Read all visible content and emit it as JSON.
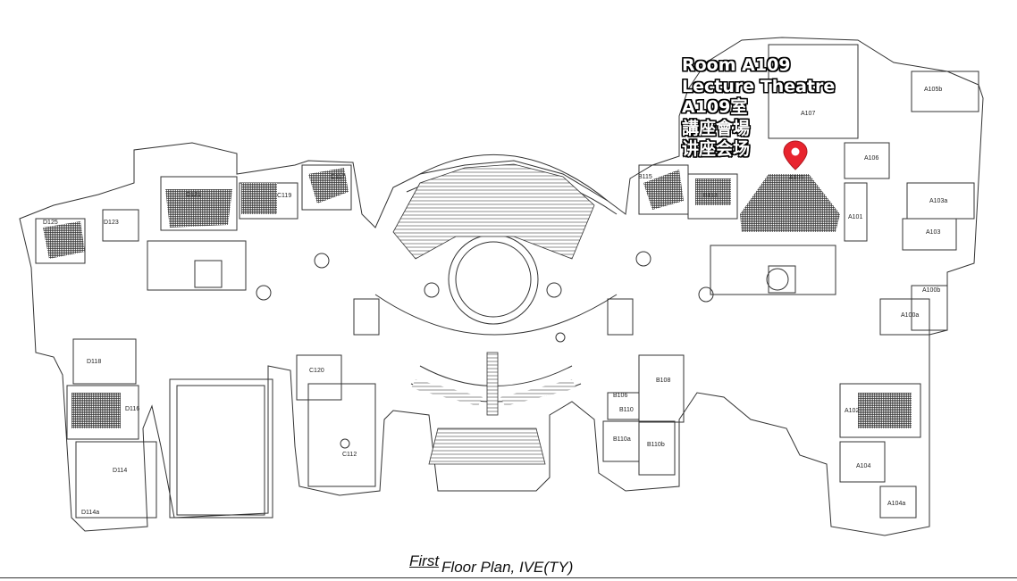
{
  "map": {
    "colors": {
      "marker": "#e8242e",
      "lines": "#333333",
      "background": "#ffffff"
    },
    "marker": {
      "icon": "location-pin-icon",
      "room": "A109"
    },
    "callout": {
      "lines": [
        "Room A109",
        "Lecture Theatre",
        "A109室",
        "講座會場",
        "讲座会场"
      ]
    },
    "caption": {
      "first": "First",
      "rest": "Floor Plan, IVE(TY)"
    },
    "rooms": {
      "A100a": "A100a",
      "A100b": "A100b",
      "A101": "A101",
      "A102": "A102",
      "A103": "A103",
      "A103a": "A103a",
      "A104": "A104",
      "A104a": "A104a",
      "A105b": "A105b",
      "A106": "A106",
      "A107": "A107",
      "A109": "A109",
      "B106": "B106",
      "B108": "B108",
      "B110": "B110",
      "B110a": "B110a",
      "B110b": "B110b",
      "B113": "B113",
      "B115": "B115",
      "C112": "C112",
      "C117": "C117",
      "C119": "C119",
      "C120": "C120",
      "D114": "D114",
      "D114a": "D114a",
      "D116": "D116",
      "D118": "D118",
      "D121": "D121",
      "D123": "D123",
      "D125": "D125"
    }
  }
}
